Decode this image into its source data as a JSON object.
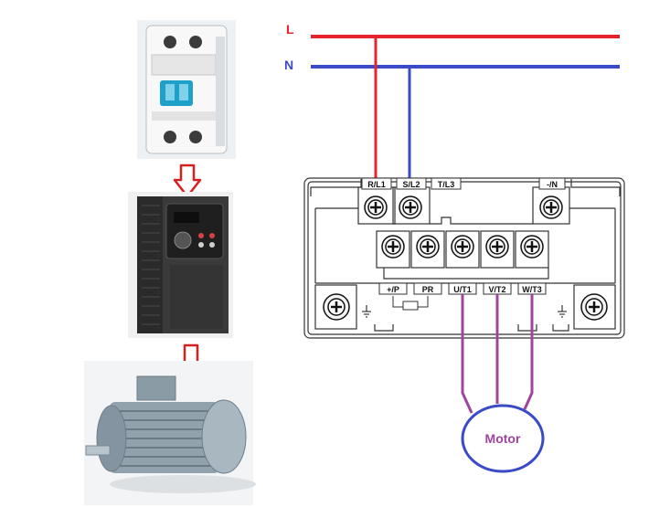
{
  "lines": {
    "L": {
      "label": "L",
      "color": "#e5242b"
    },
    "N": {
      "label": "N",
      "color": "#3b4bc8"
    }
  },
  "terminals": {
    "top": [
      "R/L1",
      "S/L2",
      "T/L3",
      "-/N"
    ],
    "bottom": [
      "+/P",
      "PR",
      "U/T1",
      "V/T2",
      "W/T3"
    ]
  },
  "motor": {
    "label": "Motor",
    "wire_color": "#a0449e",
    "outline_color": "#3b4bc8",
    "text_color": "#a0449e"
  },
  "flow_arrow_color": "#d42020",
  "devices": [
    "breaker-icon",
    "inverter-icon",
    "motor-icon"
  ]
}
